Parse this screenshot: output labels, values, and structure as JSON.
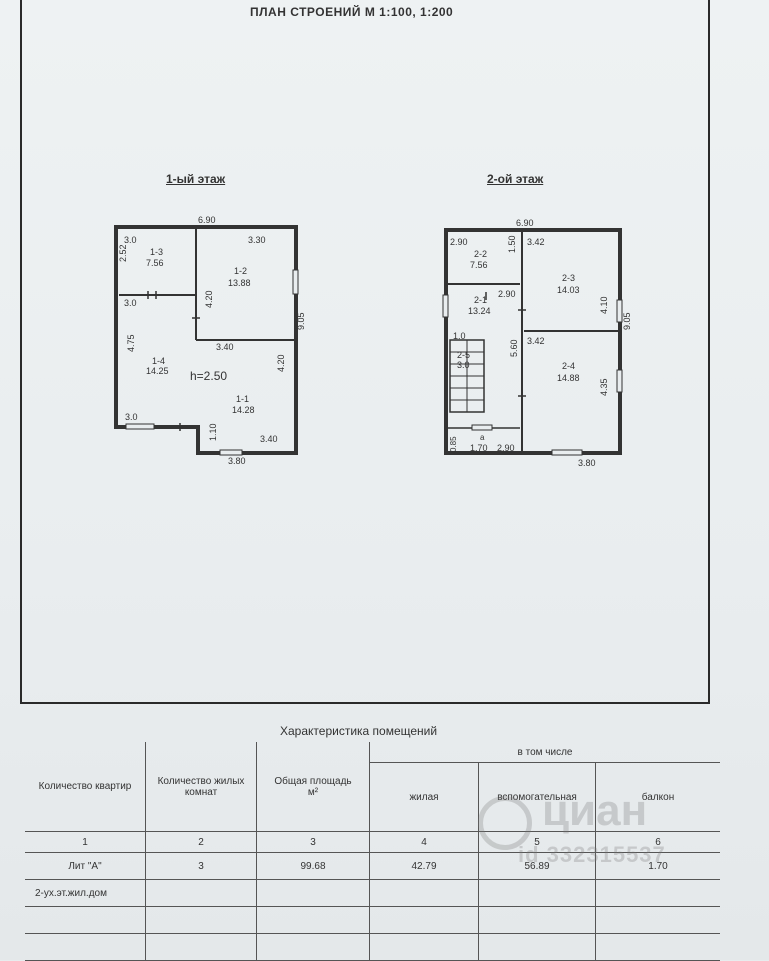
{
  "sheet": {
    "title": "ПЛАН СТРОЕНИЙ  М 1:100,  1:200"
  },
  "floors": {
    "first": {
      "title": "1-ый этаж",
      "dims": {
        "top_width": "6.90",
        "height": "9.05",
        "bottom_width": "3.80",
        "d_3_0_a": "3.0",
        "d_3_30": "3.30",
        "d_2_52": "2.52",
        "d_3_0_b": "3.0",
        "d_4_20_a": "4.20",
        "d_4_75": "4.75",
        "d_3_40_a": "3.40",
        "d_4_20_b": "4.20",
        "d_3_0_c": "3.0",
        "d_1_10": "1.10",
        "d_3_40_b": "3.40"
      },
      "rooms": [
        {
          "id": "1-3",
          "area": "7.56"
        },
        {
          "id": "1-2",
          "area": "13.88"
        },
        {
          "id": "1-4",
          "area": "14.25"
        },
        {
          "id": "1-1",
          "area": "14.28"
        }
      ],
      "ceiling": "h=2.50"
    },
    "second": {
      "title": "2-ой этаж",
      "dims": {
        "top_width": "6.90",
        "height": "9.05",
        "bottom_width": "3.80",
        "d_2_90_a": "2.90",
        "d_1_50": "1.50",
        "d_3_42_a": "3.42",
        "d_2_90_b": "2.90",
        "d_4_10": "4.10",
        "d_1_0": "1.0",
        "d_5_60": "5.60",
        "d_3_42_b": "3.42",
        "d_4_35": "4.35",
        "d_0_85": "0.85",
        "d_1_70": "1.70",
        "d_2_90_c": "2.90"
      },
      "rooms": [
        {
          "id": "2-2",
          "area": "7.56"
        },
        {
          "id": "2-3",
          "area": "14.03"
        },
        {
          "id": "2-1",
          "area": "13.24"
        },
        {
          "id": "2-5",
          "area": "3.0"
        },
        {
          "id": "2-4",
          "area": "14.88"
        }
      ],
      "balcony_mark": "a"
    }
  },
  "table": {
    "title": "Характеристика помещений",
    "headers": {
      "apartments": "Количество квартир",
      "living_rooms": "Количество жилых комнат",
      "total_area": "Общая площадь",
      "unit": "м²",
      "including": "в том числе",
      "living": "жилая",
      "auxiliary": "вспомогательная",
      "balcony": "балкон"
    },
    "column_numbers": [
      "1",
      "2",
      "3",
      "4",
      "5",
      "6"
    ],
    "rows": [
      [
        "Лит \"А\"",
        "3",
        "99.68",
        "42.79",
        "56.89",
        "1.70"
      ],
      [
        "2-ух.эт.жил.дом",
        "",
        "",
        "",
        "",
        ""
      ],
      [
        "",
        "",
        "",
        "",
        "",
        ""
      ],
      [
        "",
        "",
        "",
        "",
        "",
        ""
      ]
    ]
  },
  "watermark": {
    "brand": "циан",
    "id": "id 332315537"
  }
}
